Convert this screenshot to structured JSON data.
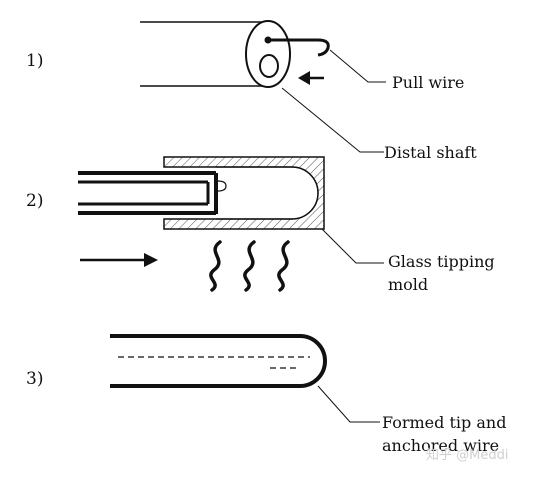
{
  "steps": [
    "1)",
    "2)",
    "3)"
  ],
  "callouts": {
    "pull_wire": "Pull wire",
    "distal_shaft": "Distal shaft",
    "mold_line1": "Glass tipping",
    "mold_line2": "mold",
    "tip_line1": "Formed tip and",
    "tip_line2": "anchored wire"
  },
  "watermark": "知乎 @Meddi",
  "colors": {
    "ink": "#111111",
    "hatch": "#555555",
    "watermark": "#d0d0d0"
  }
}
